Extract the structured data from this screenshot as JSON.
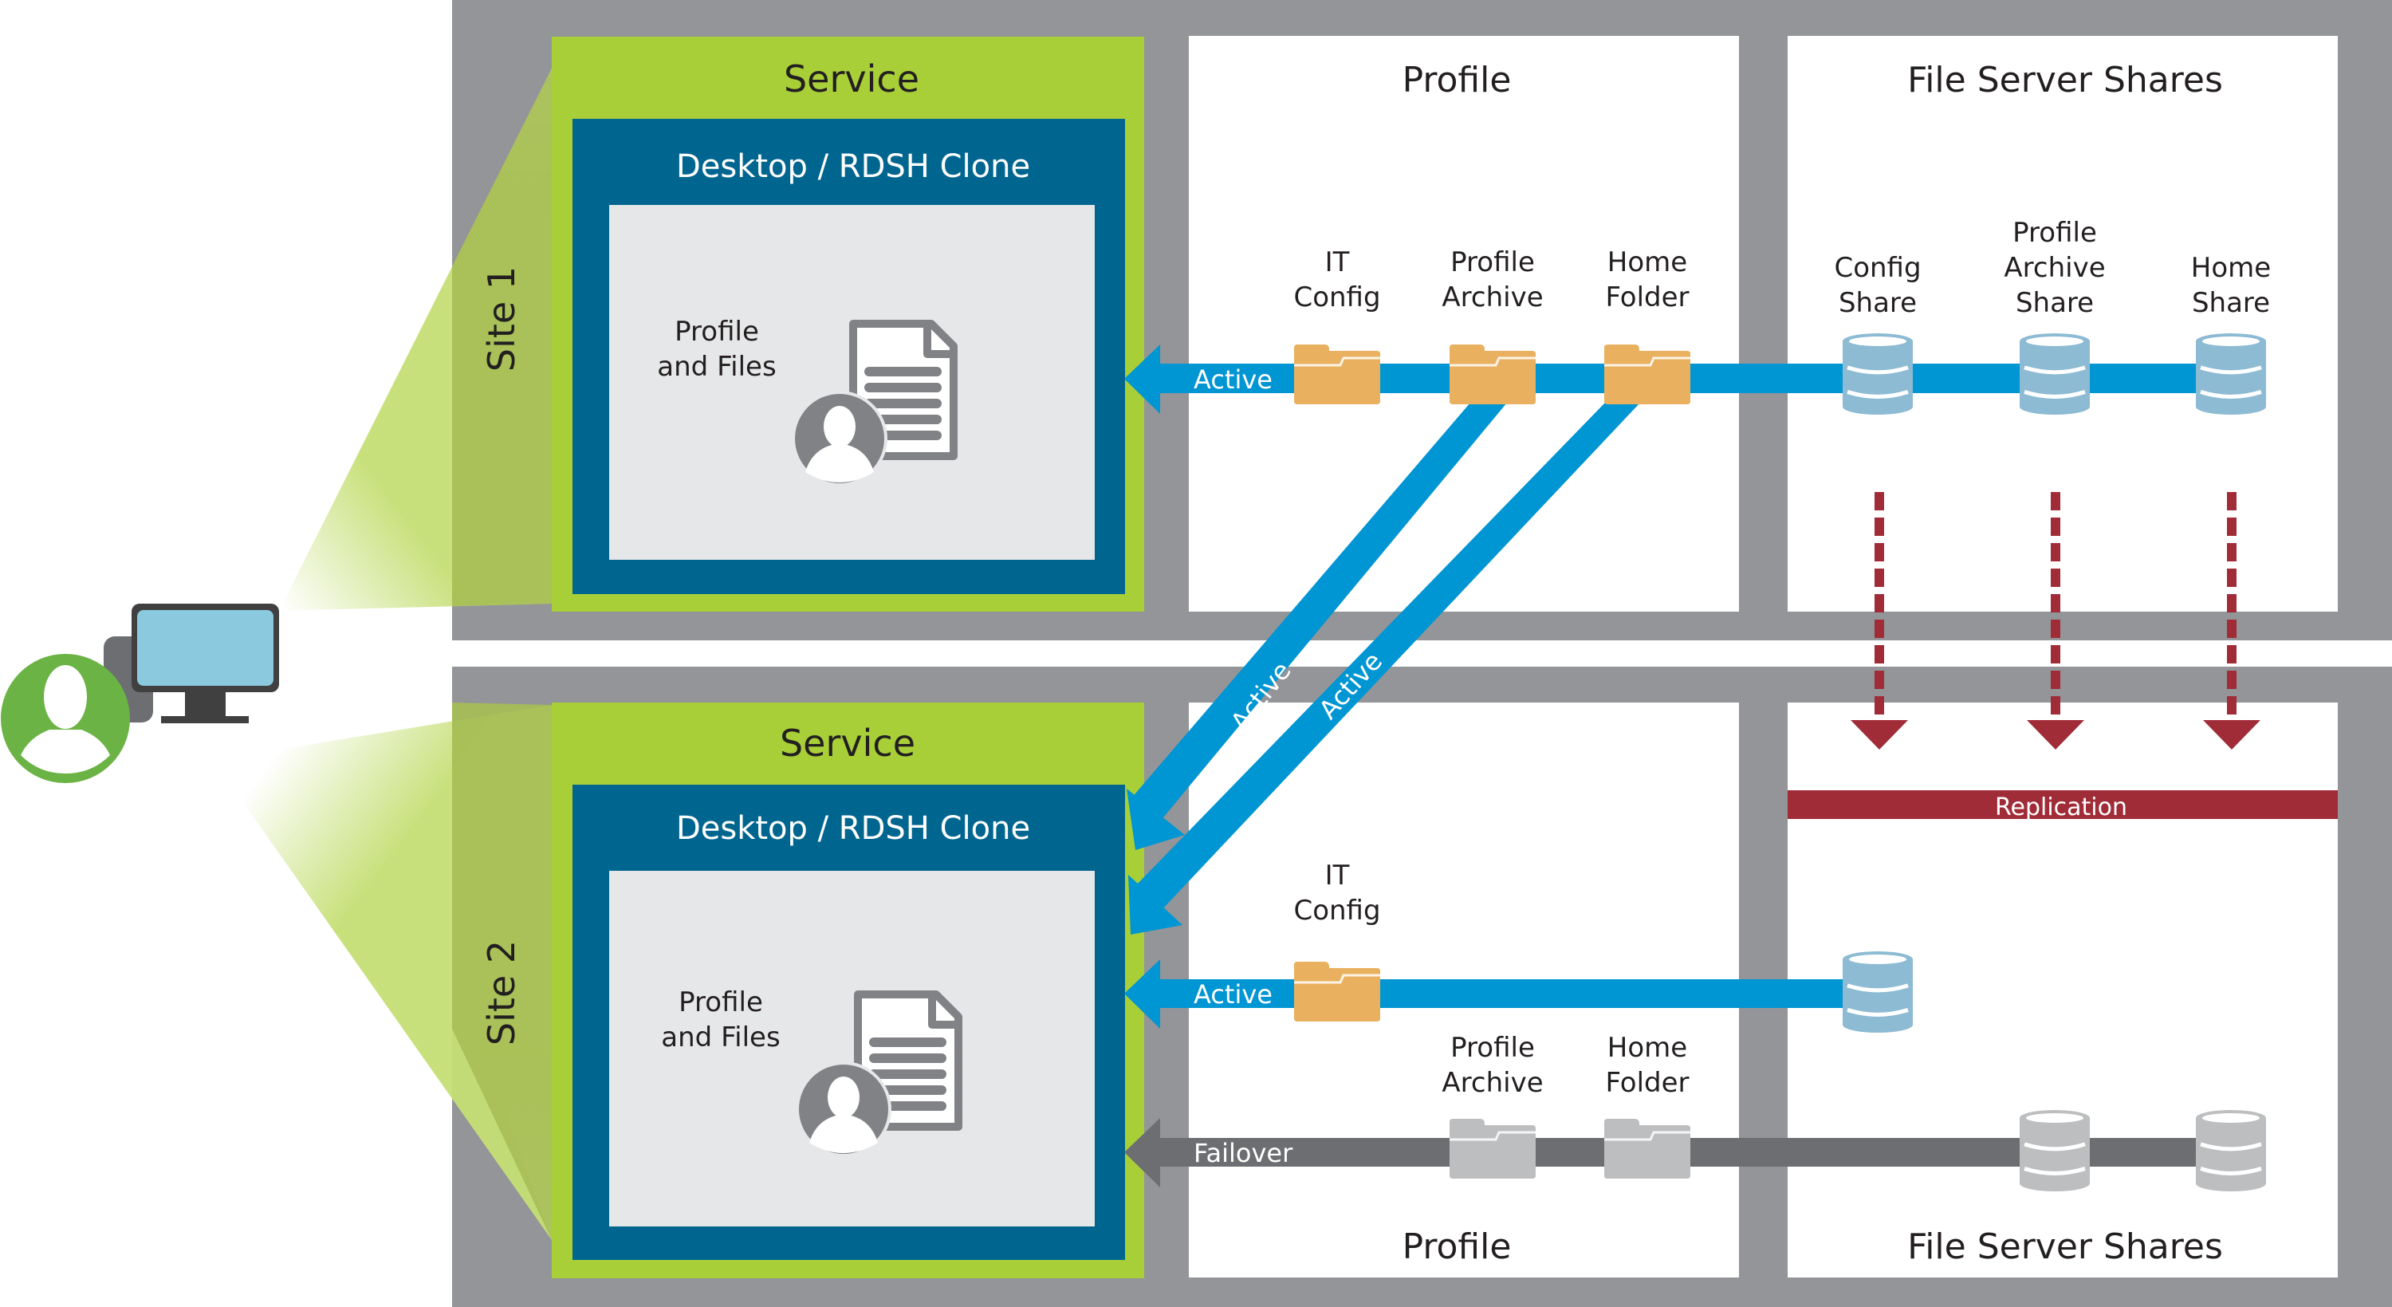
{
  "colors": {
    "panel_gray": "#939598",
    "service_green": "#a9cf38",
    "clone_blue": "#00668f",
    "inner_light": "#e6e7e8",
    "active_blue": "#0095d3",
    "folder_orange": "#e9b15f",
    "share_blue": "#8dbbd3",
    "inactive_gray": "#bcbec0",
    "failover_gray": "#6d6e71",
    "replication_red": "#a02c38",
    "user_green": "#6ab344",
    "monitor_screen": "#8bc9de",
    "monitor_frame": "#404041"
  },
  "client": {
    "user_icon": "user-icon",
    "device_icon": "monitor-icon"
  },
  "sites": [
    {
      "label": "Site 1",
      "service_title": "Service",
      "clone_title": "Desktop / RDSH Clone",
      "profile_files_label": [
        "Profile",
        "and Files"
      ],
      "profile_column_title": "Profile",
      "shares_column_title": "File Server Shares",
      "profile_items": [
        {
          "label": [
            "IT",
            "Config"
          ],
          "state": "active"
        },
        {
          "label": [
            "Profile",
            "Archive"
          ],
          "state": "active"
        },
        {
          "label": [
            "Home",
            "Folder"
          ],
          "state": "active"
        }
      ],
      "share_items": [
        {
          "label": [
            "Config",
            "Share"
          ],
          "state": "active"
        },
        {
          "label": [
            "Profile",
            "Archive",
            "Share"
          ],
          "state": "active"
        },
        {
          "label": [
            "Home",
            "Share"
          ],
          "state": "active"
        }
      ],
      "flows": [
        {
          "label": "Active",
          "type": "active"
        }
      ]
    },
    {
      "label": "Site 2",
      "service_title": "Service",
      "clone_title": "Desktop / RDSH Clone",
      "profile_files_label": [
        "Profile",
        "and Files"
      ],
      "profile_column_title": "Profile",
      "shares_column_title": "File Server Shares",
      "profile_items": [
        {
          "label": [
            "IT",
            "Config"
          ],
          "state": "active"
        },
        {
          "label": [
            "Profile",
            "Archive"
          ],
          "state": "failover"
        },
        {
          "label": [
            "Home",
            "Folder"
          ],
          "state": "failover"
        }
      ],
      "share_items": [
        {
          "label": [],
          "state": "active"
        },
        {
          "label": [],
          "state": "failover"
        },
        {
          "label": [],
          "state": "failover"
        }
      ],
      "flows": [
        {
          "label": "Active",
          "type": "active"
        },
        {
          "label": "Failover",
          "type": "failover"
        }
      ]
    }
  ],
  "cross_site_flows": [
    {
      "label": "Active",
      "from": "Site 1 Profile Archive",
      "to": "Site 2 Desktop / RDSH Clone"
    },
    {
      "label": "Active",
      "from": "Site 1 Home Folder",
      "to": "Site 2 Desktop / RDSH Clone"
    }
  ],
  "replication": {
    "label": "Replication",
    "arrow_count": 3
  }
}
